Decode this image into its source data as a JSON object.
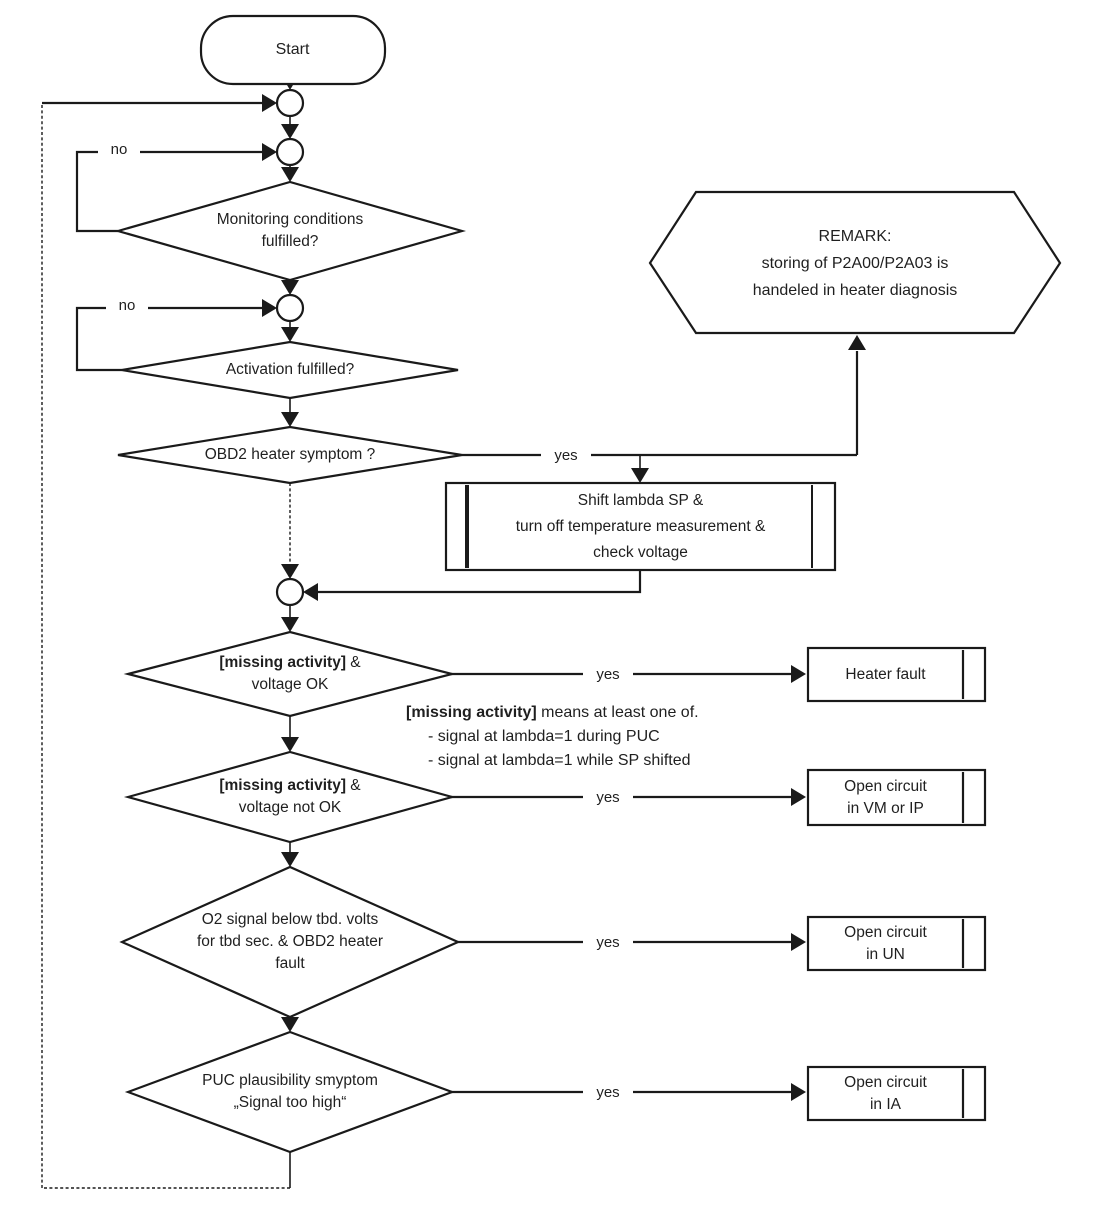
{
  "colors": {
    "ink": "#1a1a1a",
    "paper": "#ffffff"
  },
  "flowchart": {
    "start": {
      "label": "Start"
    },
    "decisions": {
      "monitoring": {
        "line1": "Monitoring conditions",
        "line2": "fulfilled?",
        "no_label": "no"
      },
      "activation": {
        "line1": "Activation fulfilled?",
        "no_label": "no"
      },
      "obd2": {
        "line1": "OBD2 heater symptom ?",
        "yes_label": "yes"
      },
      "missing_voltage_ok": {
        "bold": "[missing activity]",
        "rest": " &",
        "line2": "voltage OK",
        "yes_label": "yes"
      },
      "missing_voltage_not_ok": {
        "bold": "[missing activity]",
        "rest": " &",
        "line2": "voltage not OK",
        "yes_label": "yes"
      },
      "o2_signal": {
        "line1": "O2 signal below tbd. volts",
        "line2": "for tbd sec. & OBD2 heater",
        "line3": "fault",
        "yes_label": "yes"
      },
      "puc_plausibility": {
        "line1": "PUC plausibility smyptom",
        "line2": "„Signal too high“",
        "yes_label": "yes"
      }
    },
    "process": {
      "shift": {
        "line1": "Shift lambda SP &",
        "line2": "turn off temperature measurement &",
        "line3": "check voltage"
      }
    },
    "remark": {
      "line1": "REMARK:",
      "line2": "storing of P2A00/P2A03 is",
      "line3": "handeled in heater diagnosis"
    },
    "outcomes": {
      "heater_fault": {
        "line1": "Heater fault"
      },
      "open_vm_ip": {
        "line1": "Open circuit",
        "line2": "in VM or IP"
      },
      "open_un": {
        "line1": "Open circuit",
        "line2": "in UN"
      },
      "open_ia": {
        "line1": "Open circuit",
        "line2": "in IA"
      }
    },
    "note": {
      "bold": "[missing activity]",
      "rest": " means at least one of.",
      "item1": "- signal at lambda=1 during PUC",
      "item2": "- signal at lambda=1 while SP shifted"
    }
  }
}
